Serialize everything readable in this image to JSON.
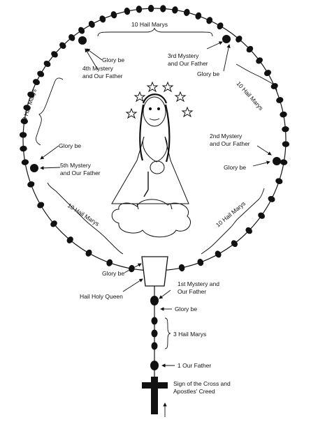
{
  "labels": {
    "top_hail": "10 Hail Marys",
    "glory_upper_left": "Glory be",
    "m4_line1": "4th Mystery",
    "m4_line2": "and Our Father",
    "m3_line1": "3rd Mystery",
    "m3_line2": "and Our Father",
    "glory_upper_right": "Glory be",
    "hail_right_upper": "10 Hail Marys",
    "hail_left_upper": "10 Hail Marys",
    "glory_mid_left": "Glory be",
    "m2_line1": "2nd Mystery",
    "m2_line2": "and Our Father",
    "m5_line1": "5th Mystery",
    "m5_line2": "and Our Father",
    "glory_mid_right": "Glory be",
    "hail_left_lower": "10 Hail Marys",
    "hail_right_lower": "10 Hail Marys",
    "glory_bottom": "Glory be",
    "hail_holy_queen": "Hail Holy Queen",
    "m1_line1": "1st Mystery and",
    "m1_line2": "Our Father",
    "glory_stem": "Glory be",
    "three_hail": "3 Hail Marys",
    "one_father": "1 Our Father",
    "sign_line1": "Sign of the Cross and",
    "sign_line2": "Apostles' Creed"
  },
  "icons": [
    "cross-icon",
    "bead-icon",
    "centerpiece-icon",
    "mary-drawing"
  ],
  "colors": {
    "ink": "#111111",
    "paper": "#ffffff"
  }
}
